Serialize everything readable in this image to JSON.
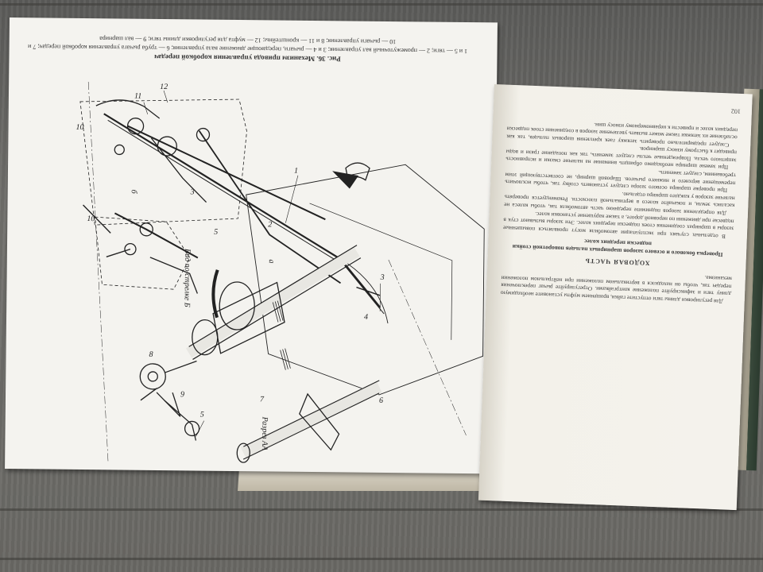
{
  "foldout": {
    "caption_title": "Рис. 36. Механизм привода управления коробкой передач",
    "caption_body": "1 и 5 — тяги; 2 — промежуточный вал управления; 3 и 4 — рычаги, передающие движение вала управления; 6 — труба рычага управления коробкой передач; 7 и 10 — рычаги управления; 8 и 11 — кронштейны; 12 — муфта для регулировки длины тяги; 9 — вал шарнира",
    "view_label": "Вид по стрелке Б",
    "section_label": "Разрез АА",
    "label_a": "а",
    "label_b": "б"
  },
  "right_page": {
    "page_number": "102",
    "continuation": "Для регулировки длины тяги отпустите гайки, вращением муфты установите необходимую длину тяги и зафиксируйте положение контргайками. Отрегулируйте рычаг переключения передач так, чтобы он находился в вертикальном положении при нейтральном положении механизма.",
    "section_title": "ХОДОВАЯ ЧАСТЬ",
    "subsection_title": "Проверка бокового и осевого зазоров шарнирных пальцев поворотной стойки подвески передних колес",
    "paragraphs": [
      "В отдельных случаях при эксплуатации автомобиля могут проявляться повышенные зазоры в шарнирах соединения стоек подвески передних колес. Эти зазоры вызывают стук в подвеске при движении по неровной дороге, а также нарушение установки колес.",
      "Для определения зазоров поднимите переднюю часть автомобиля так, чтобы колеса не касались земли, и покачайте колесо в вертикальной плоскости. Рекомендуется проверять наличие зазоров у каждого шарнира отдельно.",
      "При проверке шарнира осевого зазора следует установить стойку так, чтобы исключить перемещение верхнего и нижнего рычагов. Шаровой шарнир, не соответствующий этим требованиям, следует заменить.",
      "При замене шарнира необходимо обращать внимание на наличие смазки и исправность защитного чехла. Поврежденные чехлы следует заменять, так как попадание грязи и воды приводит к быстрому износу шарниров.",
      "Следует предварительно проверить затяжку гаек крепления шаровых пальцев, так как ослабление их затяжки также может вызвать увеличение зазоров в соединении стоек подвески передних колес и привести к неравномерному износу шин."
    ]
  }
}
